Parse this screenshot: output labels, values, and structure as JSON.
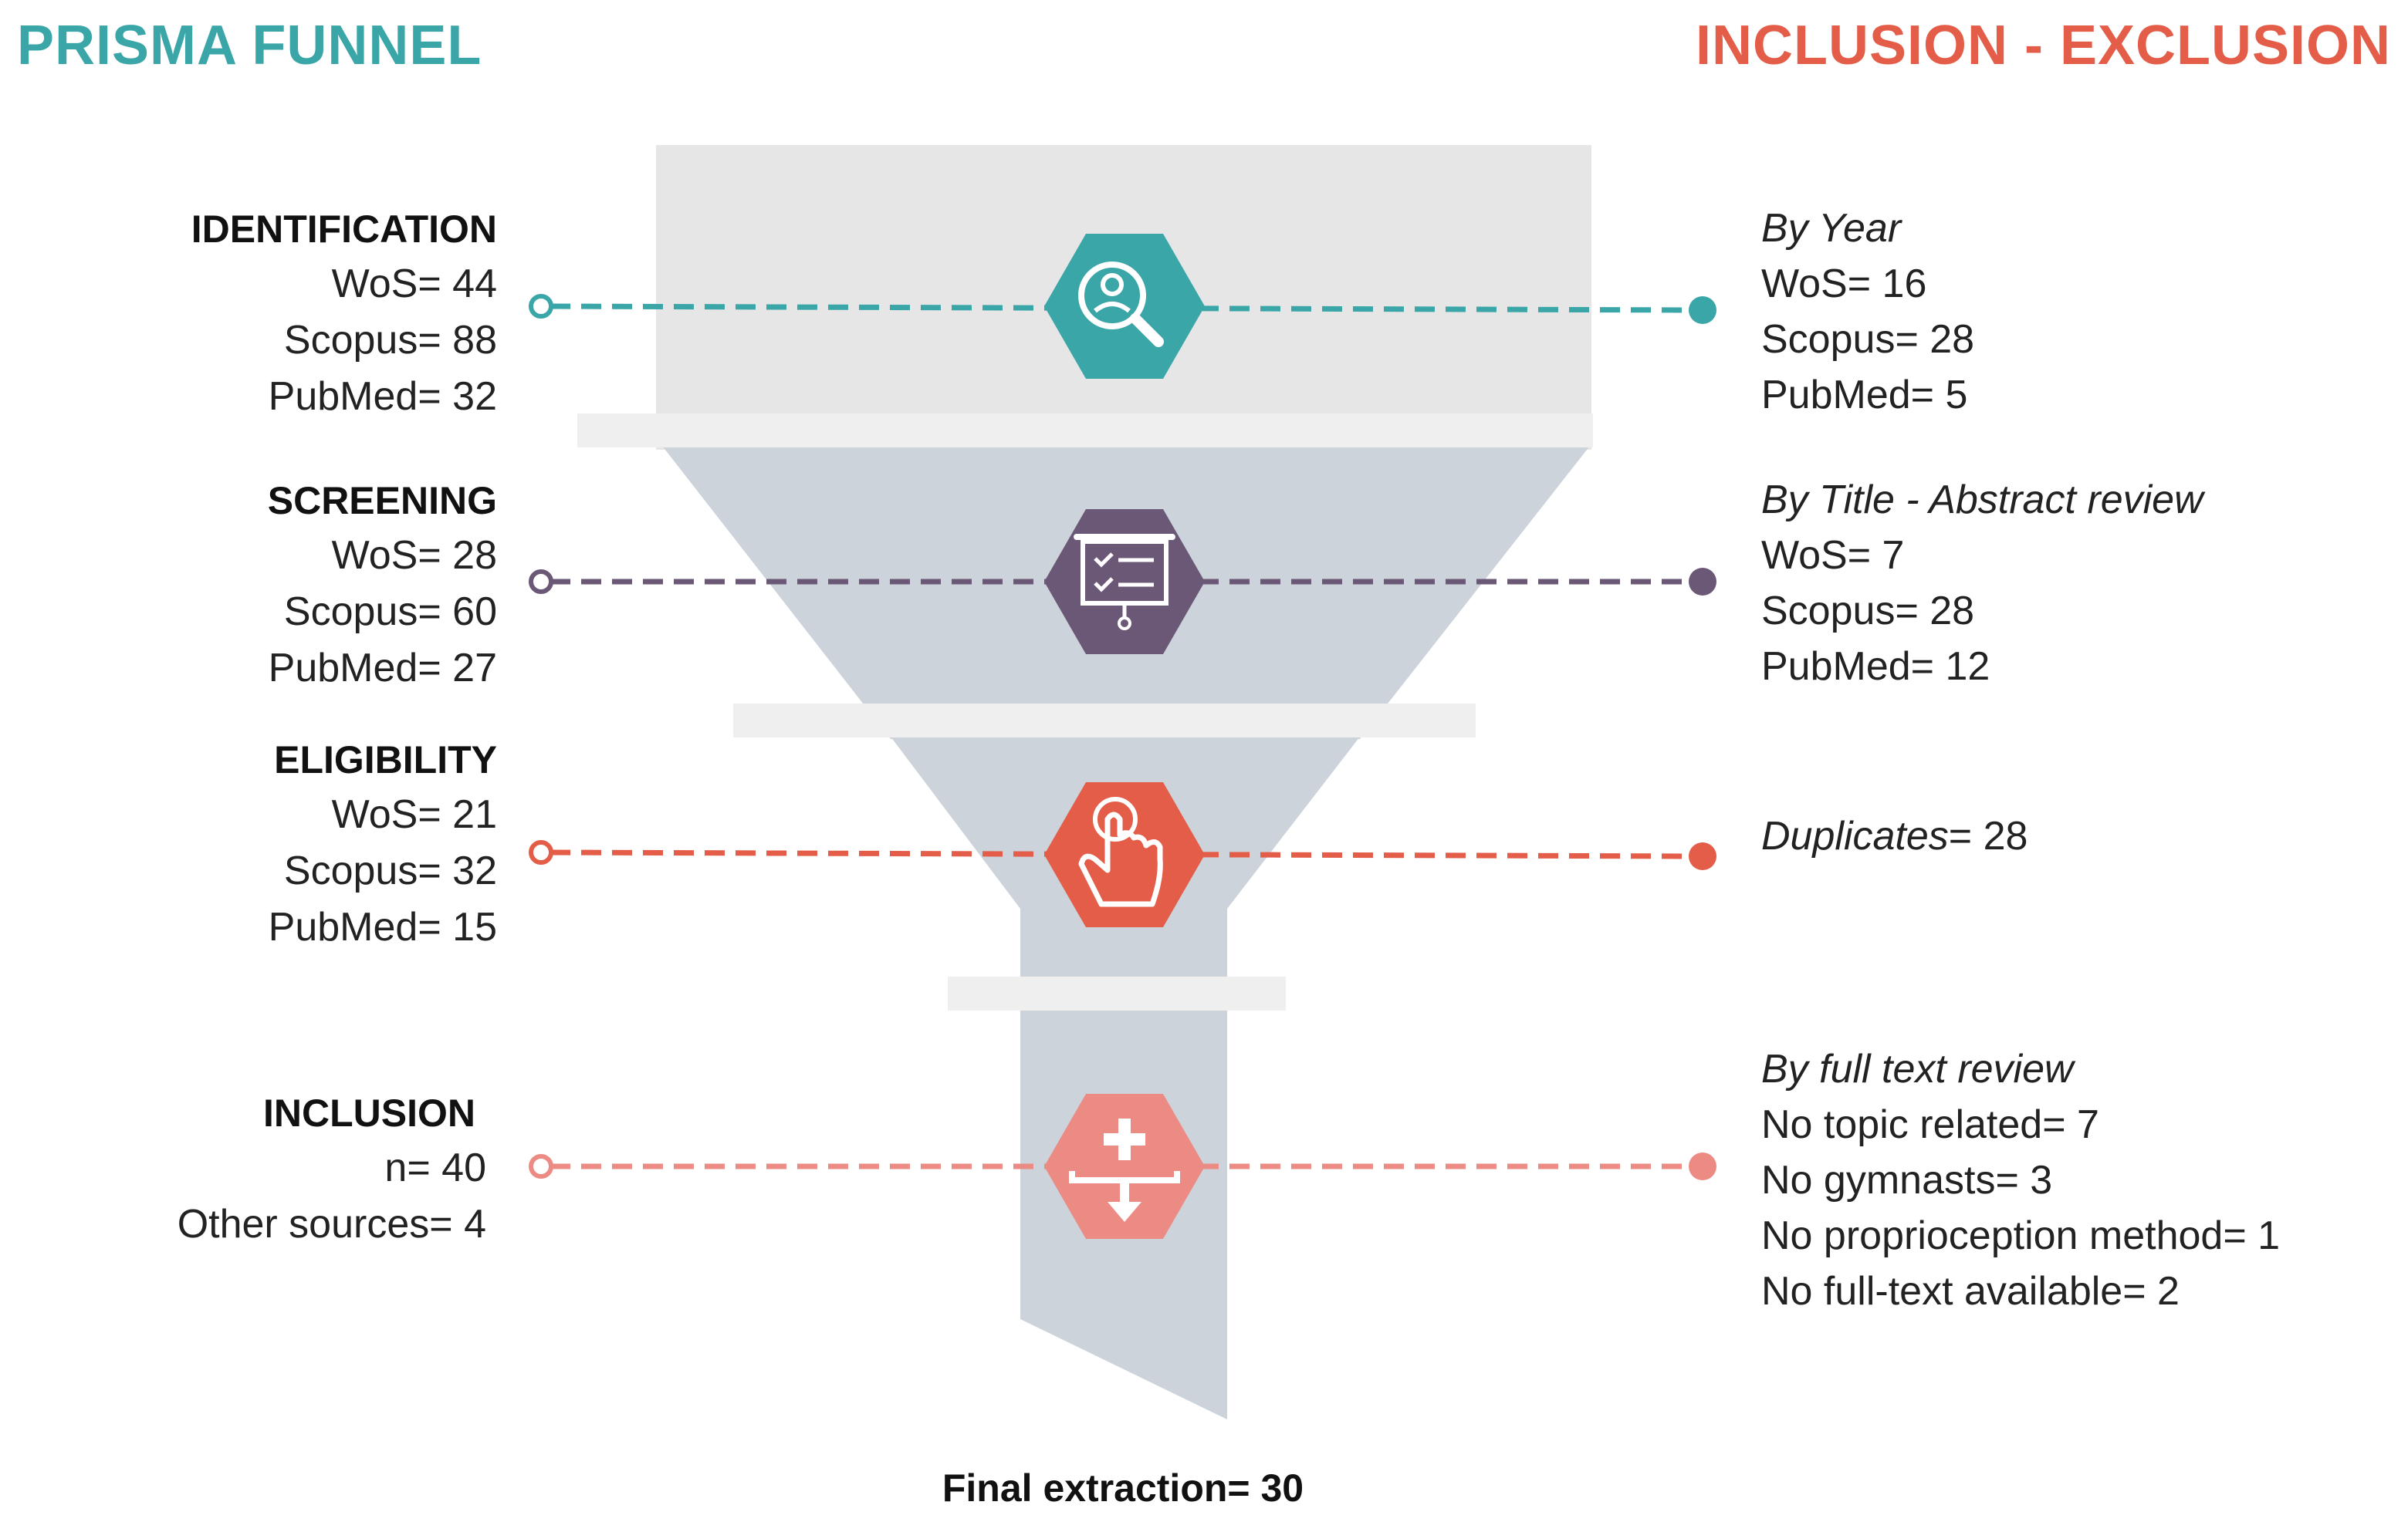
{
  "titles": {
    "left": "PRISMA FUNNEL",
    "right": "INCLUSION - EXCLUSION"
  },
  "colors": {
    "identification": "#3aa6a8",
    "screening": "#6b5876",
    "eligibility": "#e35d49",
    "inclusion": "#ec8a84",
    "funnel_top": "#e6e6e6",
    "funnel_body": "#ccd3db",
    "separator": "#efefef"
  },
  "stages": [
    {
      "heading": "IDENTIFICATION",
      "lines": [
        "WoS= 44",
        "Scopus=  88",
        "PubMed= 32"
      ],
      "icon": "search-user-icon"
    },
    {
      "heading": "SCREENING",
      "lines": [
        "WoS= 28",
        "Scopus=  60",
        "PubMed= 27"
      ],
      "icon": "presentation-checklist-icon"
    },
    {
      "heading": "ELIGIBILITY",
      "lines": [
        "WoS=  21",
        "Scopus= 32",
        "PubMed= 15"
      ],
      "icon": "hand-pointer-icon"
    },
    {
      "heading": "INCLUSION",
      "lines": [
        "n= 40",
        "Other sources= 4"
      ],
      "icon": "plus-merge-icon"
    }
  ],
  "exclusions": [
    {
      "heading": "By Year",
      "lines": [
        "WoS= 16",
        "Scopus= 28",
        "PubMed= 5"
      ]
    },
    {
      "heading": "By Title - Abstract review",
      "lines": [
        "WoS= 7",
        "Scopus= 28",
        "PubMed= 12"
      ]
    },
    {
      "heading": "Duplicates",
      "text": "= 28",
      "lines": []
    },
    {
      "heading": "By full text review",
      "lines": [
        "No topic related= 7",
        "No gymnasts= 3",
        "No proprioception method= 1",
        "No full-text available= 2"
      ]
    }
  ],
  "final": "Final extraction= 30"
}
